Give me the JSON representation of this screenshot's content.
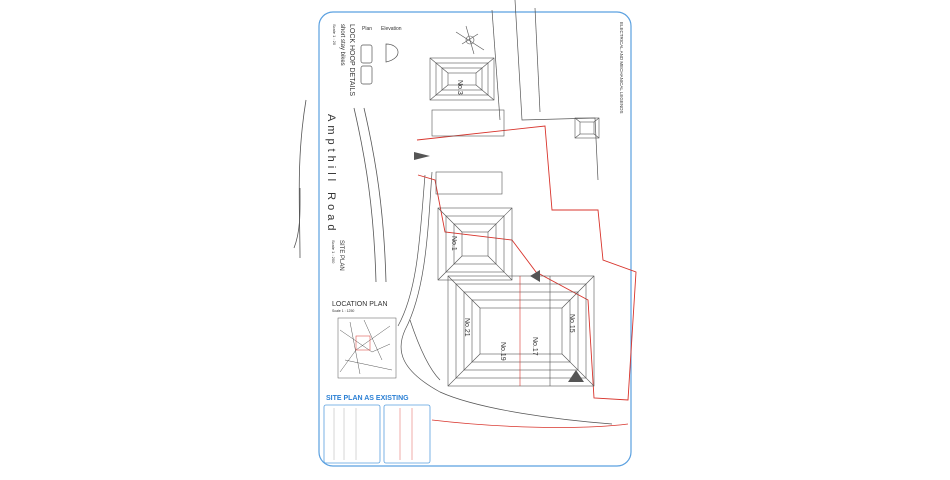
{
  "road_name": "Ampthill Road",
  "site_plan_label": "SITE PLAN",
  "site_plan_scale": "Scale 1 : 200",
  "location_plan": {
    "title": "LOCATION PLAN",
    "scale": "Scale 1 : 1250"
  },
  "lock_hoop": {
    "title": "LOCK HOOP DETAILS",
    "subtitle": "short stay bikes",
    "scale": "Scale 1 : 20",
    "plan_label": "Plan",
    "elevation_label": "Elevation"
  },
  "notes": {
    "electrical": "ELECTRICAL AND MECHANICAL LEGENDS"
  },
  "houses": [
    "No.3",
    "No.1",
    "No.21",
    "No.19",
    "No.17",
    "No.15"
  ],
  "title_block": {
    "heading": "SITE PLAN AS EXISTING"
  },
  "colors": {
    "border": "#5aa0e0",
    "boundary": "#d8342c",
    "lines": "#444444"
  }
}
